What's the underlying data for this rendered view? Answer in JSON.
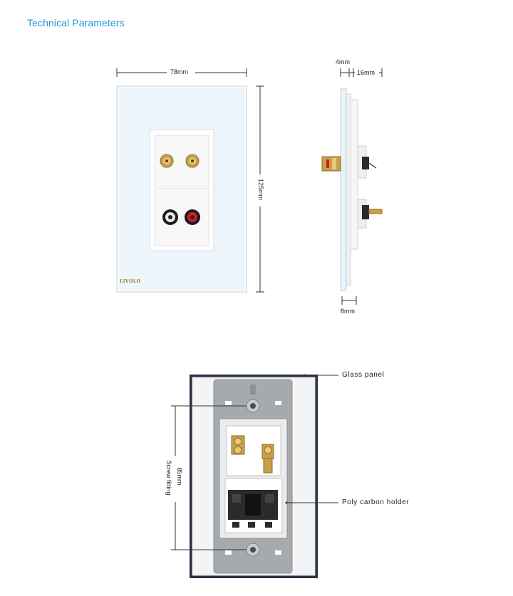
{
  "header": {
    "title": "Technical Parameters"
  },
  "front_view": {
    "width_label": "78mm",
    "height_label": "125mm",
    "brand": "LIVOLO"
  },
  "side_view": {
    "glass_thickness_label": "4mm",
    "depth_label": "16mm",
    "back_label": "8mm"
  },
  "back_view": {
    "glass_panel_label": "Glass panel",
    "holder_label": "Poly carbon holder",
    "screw_distance_label": "85mm",
    "screw_fitting_label": "Screw fitting"
  },
  "colors": {
    "accent": "#1d9ad6",
    "glass": "#eef5fb",
    "gold": "#c8a04a",
    "red_terminal": "#d41c24",
    "holder_gray": "#a7aaad",
    "frame_dark": "#2a3140"
  }
}
